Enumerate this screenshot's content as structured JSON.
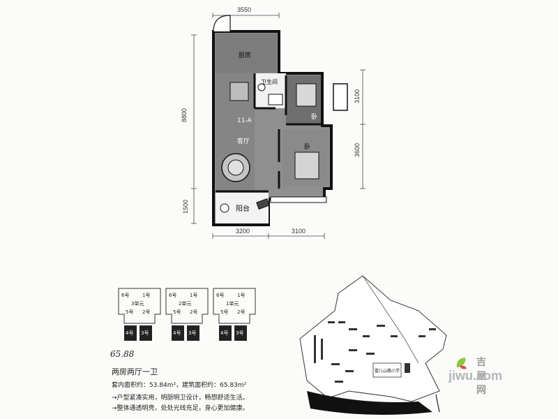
{
  "floorplan": {
    "dims_top": "3550",
    "dims_left": "8800",
    "dims_left_bottom": "1500",
    "dims_right_top": "3100",
    "dims_right_bottom": "3600",
    "dims_bottom_left": "3200",
    "dims_bottom_right": "3100",
    "rooms": {
      "kitchen": "厨房",
      "bathroom": "卫生间",
      "bedroom1": "卧",
      "living": "客厅",
      "bedroom2": "卧",
      "balcony": "阳台"
    },
    "unit_code": "11-A"
  },
  "keyplan": {
    "units": [
      {
        "top_left": "6号",
        "top_right": "1号",
        "name": "3单元",
        "mid_left": "5号",
        "mid_right": "2号",
        "bottom_left": "4号",
        "bottom_right": "3号"
      },
      {
        "top_left": "6号",
        "top_right": "1号",
        "name": "2单元",
        "mid_left": "5号",
        "mid_right": "2号",
        "bottom_left": "4号",
        "bottom_right": "3号"
      },
      {
        "top_left": "6号",
        "top_right": "1号",
        "name": "1单元",
        "mid_left": "5号",
        "mid_right": "2号",
        "bottom_left": "4号",
        "bottom_right": "3号"
      }
    ],
    "handwritten": "65.88"
  },
  "summary": {
    "layout": "两房两厅一卫",
    "area_line": "套内面积约：53.84m²，建筑面积约：65.83m²",
    "bullets": [
      "→户型紧凑实用，明厨明卫设计，畅想舒适生活。",
      "→整体通透明亮，处处光线充足，身心更加健康。"
    ]
  },
  "siteplan": {
    "school_label": "富儿山路小学"
  },
  "watermark": {
    "cn": "吉屋网",
    "en": "jiwu.com"
  }
}
